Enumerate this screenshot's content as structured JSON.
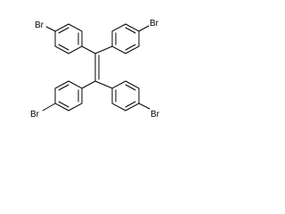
{
  "molecule": {
    "substituents": [
      "Br",
      "Br",
      "Br",
      "Br"
    ]
  }
}
